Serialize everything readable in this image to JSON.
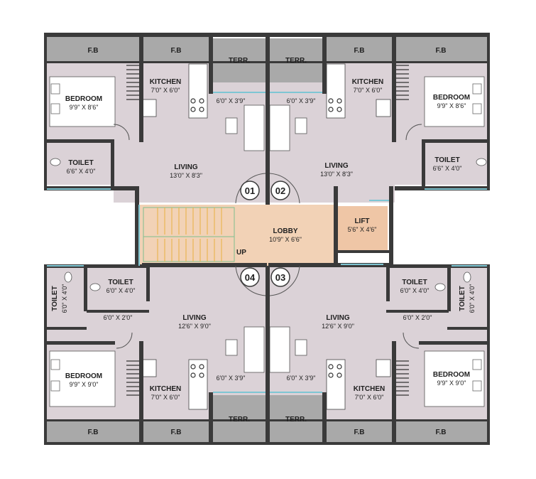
{
  "plan": {
    "labels": {
      "fb": "F.B",
      "terr": "TERR.",
      "kitchen": "KITCHEN",
      "bedroom": "BEDROOM",
      "toilet": "TOILET",
      "living": "LIVING",
      "lobby": "LOBBY",
      "lift": "LIFT",
      "up": "UP"
    },
    "dims": {
      "kitchen": "7'0\" X 6'0\"",
      "bedroom_top": "9'9\" X 8'6\"",
      "bedroom_bottom": "9'9\" X 9'0\"",
      "toilet": "6'6\" X 4'0\"",
      "toilet_small": "6'0\" X 4'0\"",
      "terrace": "6'0\" X 3'9\"",
      "living_top": "13'0\" X 8'3\"",
      "living_bottom": "12'6\" X 9'0\"",
      "lobby": "10'9\" X 6'6\"",
      "lift": "5'6\" X 4'6\"",
      "passage": "6'0\" X 2'0\""
    },
    "units": [
      "01",
      "02",
      "03",
      "04"
    ],
    "colors": {
      "floor": "#dbd2d7",
      "wall": "#3a3a3a",
      "balcony": "#a9a9a9",
      "lobby": "#f2d2b6",
      "lift": "#efc6a6",
      "glass": "#7ec6d3"
    }
  }
}
